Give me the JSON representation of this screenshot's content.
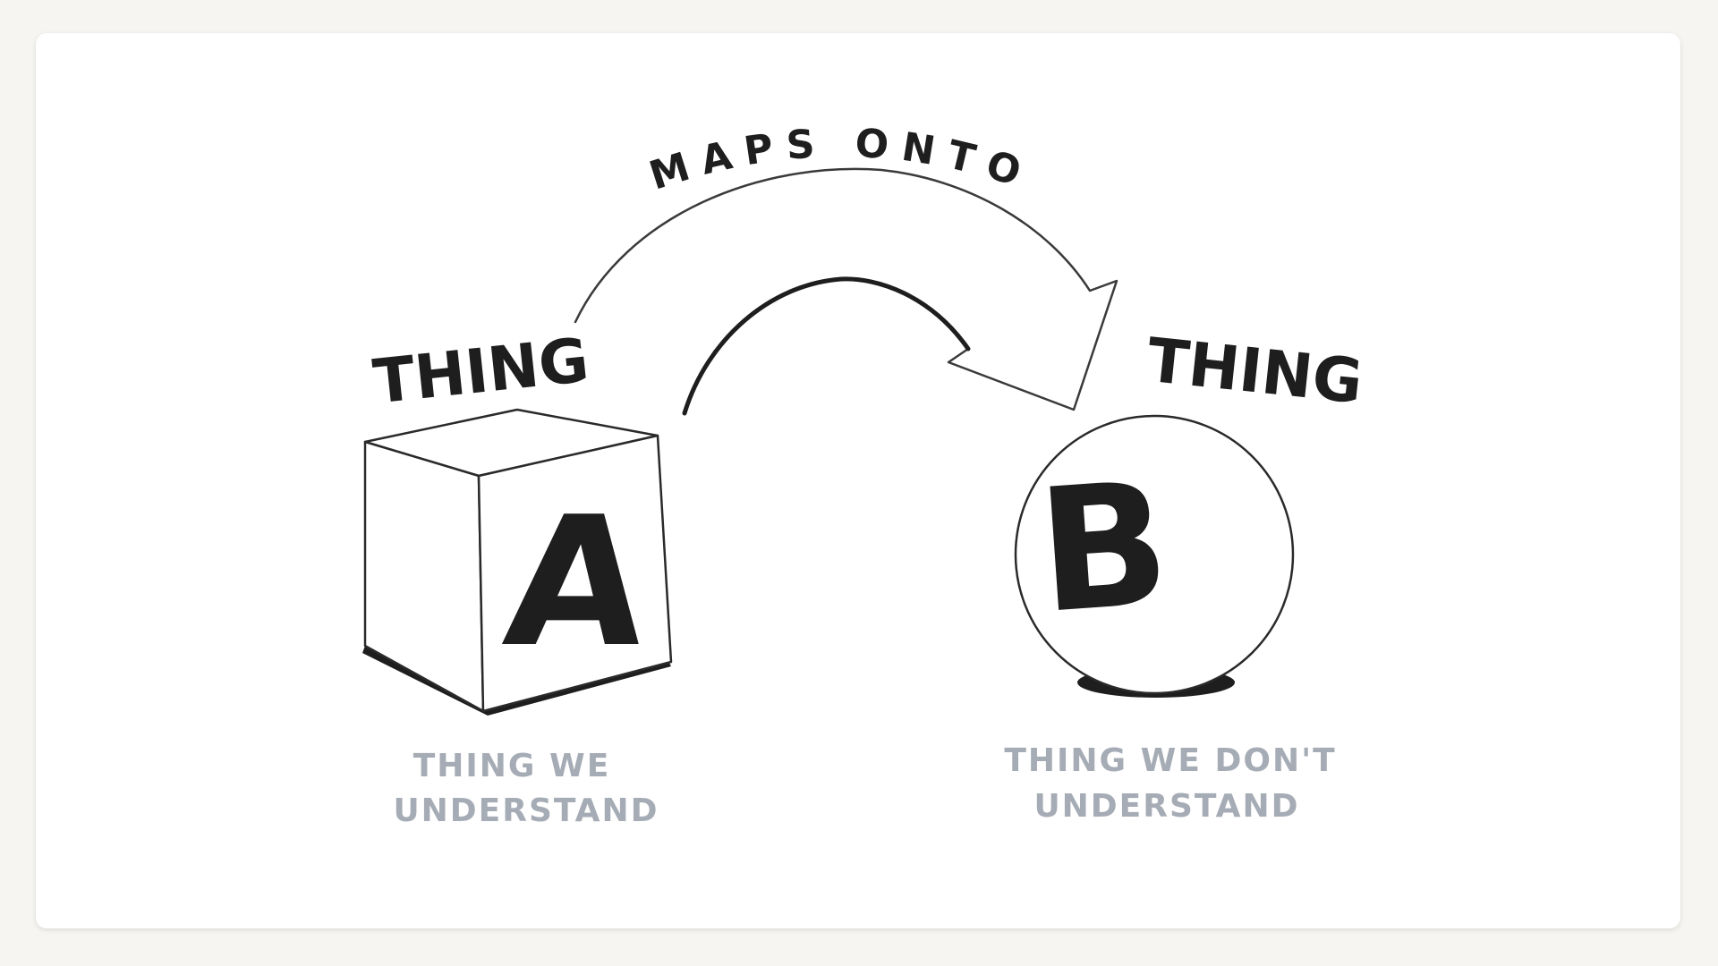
{
  "arrow_label": "MAPS ONTO",
  "thing_a": {
    "heading": "THING",
    "letter": "A",
    "caption_line1": "THING WE",
    "caption_line2": "UNDERSTAND"
  },
  "thing_b": {
    "heading": "THING",
    "letter": "B",
    "caption_line1": "THING WE DON'T",
    "caption_line2": "UNDERSTAND"
  },
  "colors": {
    "ink": "#1e1e1e",
    "caption": "#a6acb5",
    "background": "#f6f5f2",
    "card": "#ffffff"
  }
}
